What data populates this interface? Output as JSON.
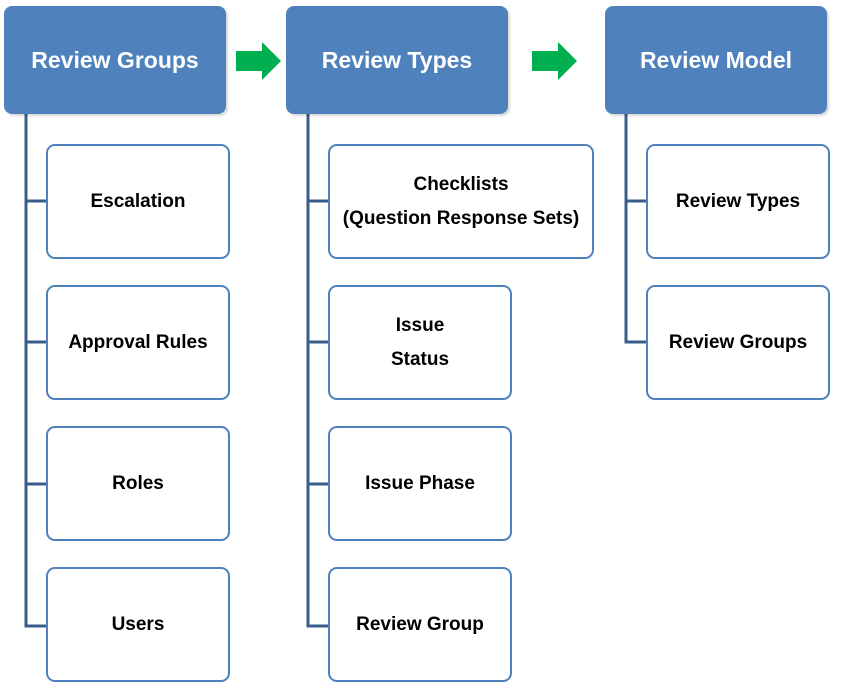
{
  "colors": {
    "header_fill": "#4f81bd",
    "child_border": "#4f81bd",
    "connector": "#385d8a",
    "arrow": "#00b050"
  },
  "columns": [
    {
      "title": "Review Groups",
      "items": [
        "Escalation",
        "Approval Rules",
        "Roles",
        "Users"
      ]
    },
    {
      "title": "Review Types",
      "items": [
        "Checklists\n(Question Response Sets)",
        "Issue\nStatus",
        "Issue Phase",
        "Review Group"
      ]
    },
    {
      "title": "Review Model",
      "items": [
        "Review Types",
        "Review Groups"
      ]
    }
  ],
  "arrows": [
    {
      "icon": "green-arrow-right-icon"
    },
    {
      "icon": "green-arrow-right-icon"
    }
  ]
}
